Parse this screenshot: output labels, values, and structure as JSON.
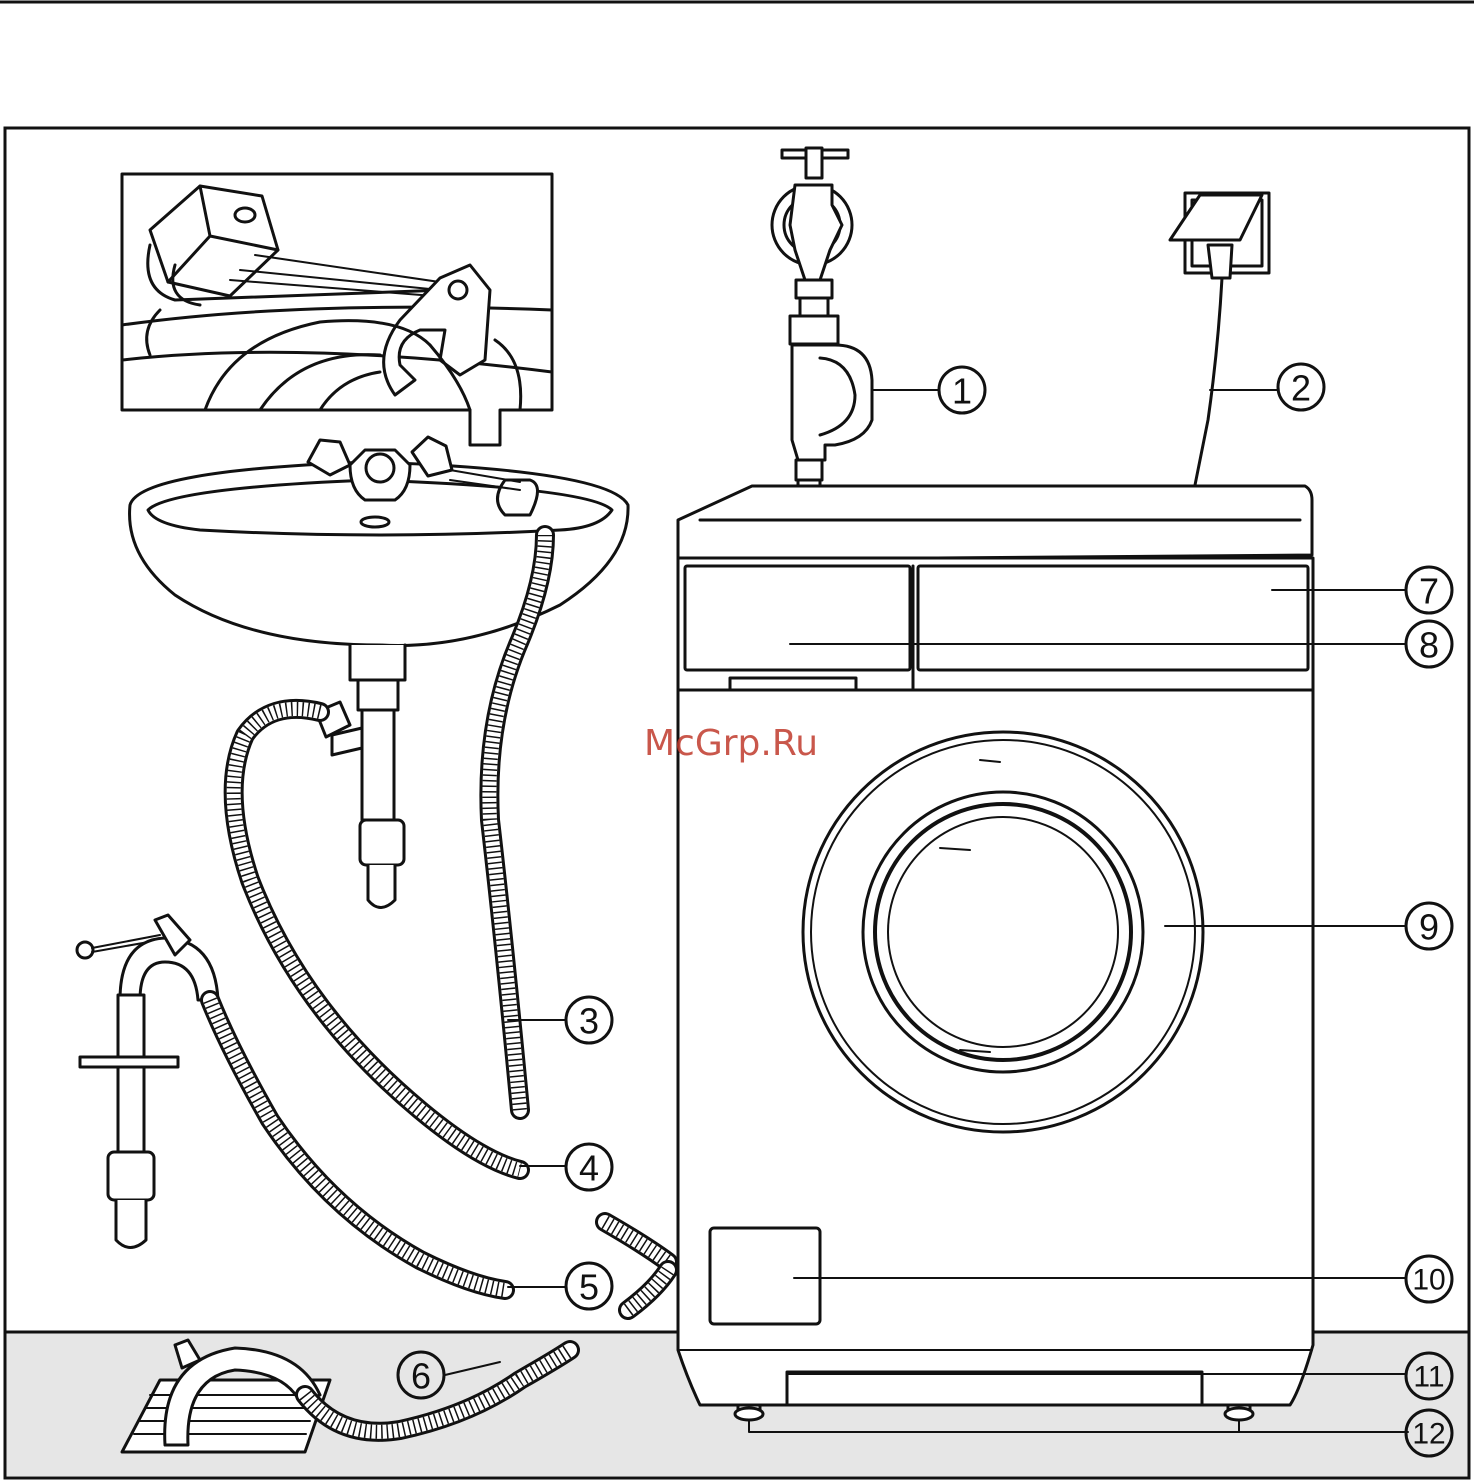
{
  "watermark": "McGrp.Ru",
  "callouts": [
    {
      "id": "1",
      "label": "1"
    },
    {
      "id": "2",
      "label": "2"
    },
    {
      "id": "3",
      "label": "3"
    },
    {
      "id": "4",
      "label": "4"
    },
    {
      "id": "5",
      "label": "5"
    },
    {
      "id": "6",
      "label": "6"
    },
    {
      "id": "7",
      "label": "7"
    },
    {
      "id": "8",
      "label": "8"
    },
    {
      "id": "9",
      "label": "9"
    },
    {
      "id": "10",
      "label": "10"
    },
    {
      "id": "11",
      "label": "11"
    },
    {
      "id": "12",
      "label": "12"
    }
  ],
  "colors": {
    "line": "#111111",
    "floor": "#e6e6e6",
    "background": "#ffffff",
    "watermark": "#c0392b"
  }
}
